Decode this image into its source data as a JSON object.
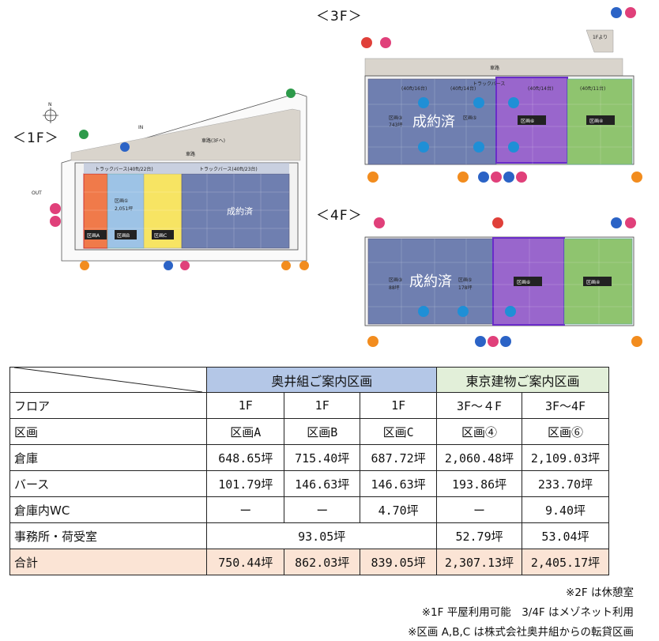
{
  "floor_plans": {
    "f1": {
      "label": "＜1F＞",
      "truck_berth_left": "トラックバース(40ft/22台)",
      "truck_berth_right": "トラックバース(40ft/23台)",
      "contract_text": "成約済",
      "zone1_label": "区画①",
      "zone1_area": "2,051坪",
      "zone_a": "区画A",
      "zone_b": "区画B",
      "zone_c": "区画C",
      "out_label": "OUT",
      "in_label": "IN",
      "road_label": "車路",
      "ramp_label": "車路(3Fへ)",
      "compass": "N"
    },
    "f3": {
      "label": "＜3F＞",
      "road_label": "車路",
      "from1f": "1Fより",
      "truck_berth": "トラックバース",
      "berth_1": "(40ft/16台)",
      "berth_2": "(40ft/14台)",
      "berth_3": "(40ft/14台)",
      "berth_4": "(40ft/11台)",
      "contract_text": "成約済",
      "zone3_label": "区画③",
      "zone3_area": "743坪",
      "zone5_label": "区画⑤",
      "zone6": "区画⑥",
      "zone4": "区画④"
    },
    "f4": {
      "label": "＜4F＞",
      "contract_text": "成約済",
      "zone3_label": "区画③",
      "zone3_area": "88坪",
      "zone5_label": "区画⑤",
      "zone5_area": "178坪",
      "zone6": "区画⑥",
      "zone4": "区画④"
    }
  },
  "table": {
    "group_okui": "奥井組ご案内区画",
    "group_tokyo": "東京建物ご案内区画",
    "rows": [
      {
        "label": "フロア",
        "cells": [
          "1F",
          "1F",
          "1F",
          "3F～４F",
          "3F～4F"
        ]
      },
      {
        "label": "区画",
        "cells": [
          "区画A",
          "区画B",
          "区画C",
          "区画④",
          "区画⑥"
        ]
      },
      {
        "label": "倉庫",
        "cells": [
          "648.65坪",
          "715.40坪",
          "687.72坪",
          "2,060.48坪",
          "2,109.03坪"
        ]
      },
      {
        "label": "バース",
        "cells": [
          "101.79坪",
          "146.63坪",
          "146.63坪",
          "193.86坪",
          "233.70坪"
        ]
      },
      {
        "label": "倉庫内WC",
        "cells": [
          "ー",
          "ー",
          "4.70坪",
          "ー",
          "9.40坪"
        ]
      }
    ],
    "office": {
      "label": "事務所・荷受室",
      "okui": "93.05坪",
      "d4": "52.79坪",
      "d6": "53.04坪"
    },
    "total": {
      "label": "合計",
      "cells": [
        "750.44坪",
        "862.03坪",
        "839.05坪",
        "2,307.13坪",
        "2,405.17坪"
      ]
    }
  },
  "notes": [
    "※2F は休憩室",
    "※1F 平屋利用可能　3/4F はメゾネット利用",
    "※区画 A,B,C は株式会社奥井組からの転貸区画"
  ],
  "colors": {
    "okui_header": "#b4c7e7",
    "tokyo_header": "#e2efd9",
    "total_row": "#fbe4d5",
    "zone_a": "#f07a4a",
    "zone_b": "#9dc3e6",
    "zone_c": "#f7e463",
    "contracted": "#6f7fb0",
    "zone6": "#9966cc",
    "zone4": "#8fc46f"
  }
}
